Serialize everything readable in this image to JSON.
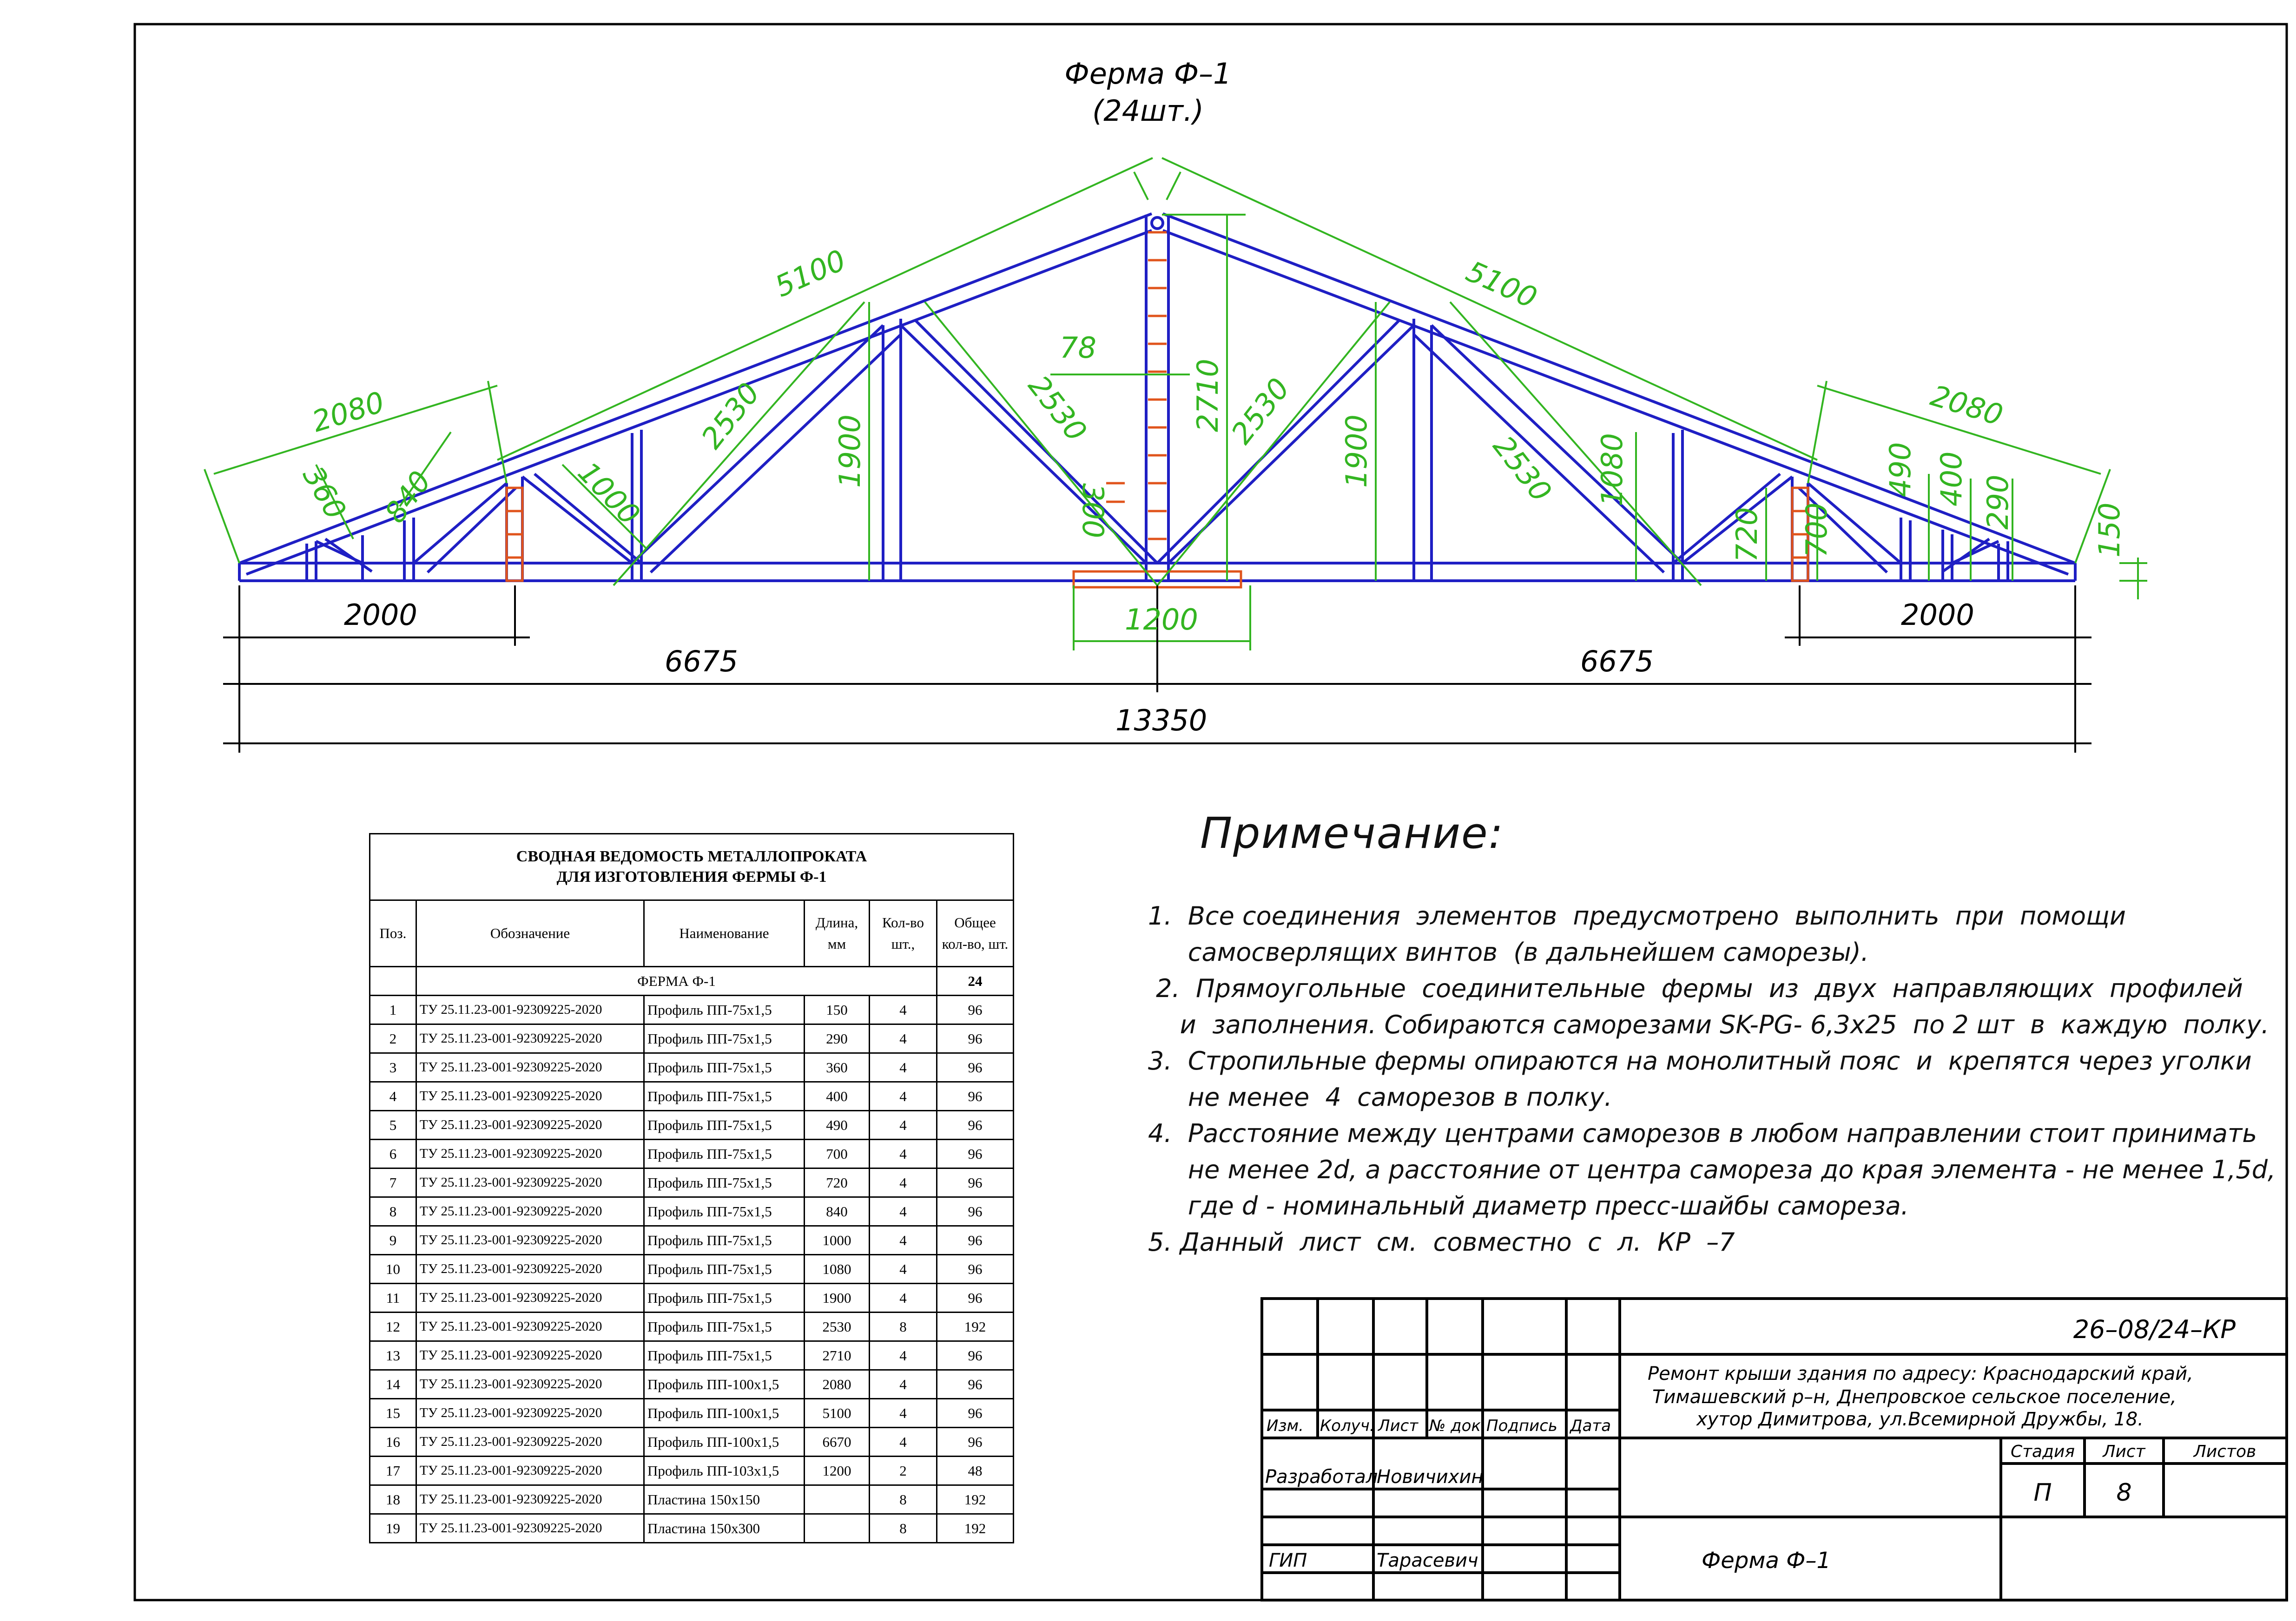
{
  "drawing": {
    "title_line1": "Ферма Ф–1",
    "title_line2": "(24шт.)",
    "dimensions": {
      "top_left": "5100",
      "top_right": "5100",
      "eave_left": "2080",
      "eave_right": "2080",
      "web_left_outer": "2530",
      "web_left_inner": "2530",
      "web_right_inner": "2530",
      "web_right_outer": "2530",
      "rise_center": "2710",
      "offset_78": "78",
      "post_left": "1900",
      "post_right": "1900",
      "d360": "360",
      "d840": "840",
      "d1000": "1000",
      "d300": "300",
      "d1080": "1080",
      "d720": "720",
      "d700": "700",
      "d490": "490",
      "d400": "400",
      "d290": "290",
      "d150": "150",
      "span_left": "2000",
      "span_right": "2000",
      "plate": "1200",
      "half_left": "6675",
      "half_right": "6675",
      "total": "13350"
    },
    "colors": {
      "truss": "#1f1fc4",
      "dimension": "#33b521",
      "plate": "#e0541c",
      "frame": "#000000"
    }
  },
  "notes": {
    "heading": "Примечание:",
    "items": [
      "1.  Все соединения  элементов  предусмотрено  выполнить  при  помощи",
      "     самосверлящих винтов  (в дальнейшем саморезы).",
      " 2.  Прямоугольные  соединительные  фермы  из  двух  направляющих  профилей",
      "    и  заполнения. Собираются саморезами SK-PG- 6,3х25  по 2 шт  в  каждую  полку.",
      "3.  Стропильные фермы опираются на монолитный пояс  и  крепятся через уголки",
      "     не менее  4  саморезов в полку.",
      "4.  Расстояние между центрами саморезов в любом направлении стоит принимать",
      "     не менее 2d, а расстояние от центра самореза до края элемента - не менее 1,5d,",
      "     где d - номинальный диаметр пресс-шайбы самореза.",
      "5. Данный  лист  см.  совместно  с  л.  КР  –7"
    ]
  },
  "spec": {
    "title_line1": "СВОДНАЯ  ВЕДОМОСТЬ  МЕТАЛЛОПРОКАТА",
    "title_line2": "ДЛЯ  ИЗГОТОВЛЕНИЯ  ФЕРМЫ  Ф-1",
    "headers": {
      "pos": "Поз.",
      "code": "Обозначение",
      "name": "Наименование",
      "length": "Длина, мм",
      "qty": "Кол-во шт.,",
      "total": "Общее кол-во, шт."
    },
    "group": {
      "label": "ФЕРМА  Ф-1",
      "total": "24"
    },
    "rows": [
      {
        "pos": "1",
        "code": "ТУ 25.11.23-001-92309225-2020",
        "name": "Профиль  ПП-75х1,5",
        "length": "150",
        "qty": "4",
        "total": "96"
      },
      {
        "pos": "2",
        "code": "ТУ 25.11.23-001-92309225-2020",
        "name": "Профиль  ПП-75х1,5",
        "length": "290",
        "qty": "4",
        "total": "96"
      },
      {
        "pos": "3",
        "code": "ТУ 25.11.23-001-92309225-2020",
        "name": "Профиль  ПП-75х1,5",
        "length": "360",
        "qty": "4",
        "total": "96"
      },
      {
        "pos": "4",
        "code": "ТУ 25.11.23-001-92309225-2020",
        "name": "Профиль  ПП-75х1,5",
        "length": "400",
        "qty": "4",
        "total": "96"
      },
      {
        "pos": "5",
        "code": "ТУ 25.11.23-001-92309225-2020",
        "name": "Профиль  ПП-75х1,5",
        "length": "490",
        "qty": "4",
        "total": "96"
      },
      {
        "pos": "6",
        "code": "ТУ 25.11.23-001-92309225-2020",
        "name": "Профиль  ПП-75х1,5",
        "length": "700",
        "qty": "4",
        "total": "96"
      },
      {
        "pos": "7",
        "code": "ТУ 25.11.23-001-92309225-2020",
        "name": "Профиль  ПП-75х1,5",
        "length": "720",
        "qty": "4",
        "total": "96"
      },
      {
        "pos": "8",
        "code": "ТУ 25.11.23-001-92309225-2020",
        "name": "Профиль  ПП-75х1,5",
        "length": "840",
        "qty": "4",
        "total": "96"
      },
      {
        "pos": "9",
        "code": "ТУ 25.11.23-001-92309225-2020",
        "name": "Профиль  ПП-75х1,5",
        "length": "1000",
        "qty": "4",
        "total": "96"
      },
      {
        "pos": "10",
        "code": "ТУ 25.11.23-001-92309225-2020",
        "name": "Профиль  ПП-75х1,5",
        "length": "1080",
        "qty": "4",
        "total": "96"
      },
      {
        "pos": "11",
        "code": "ТУ 25.11.23-001-92309225-2020",
        "name": "Профиль  ПП-75х1,5",
        "length": "1900",
        "qty": "4",
        "total": "96"
      },
      {
        "pos": "12",
        "code": "ТУ 25.11.23-001-92309225-2020",
        "name": "Профиль  ПП-75х1,5",
        "length": "2530",
        "qty": "8",
        "total": "192"
      },
      {
        "pos": "13",
        "code": "ТУ 25.11.23-001-92309225-2020",
        "name": "Профиль  ПП-75х1,5",
        "length": "2710",
        "qty": "4",
        "total": "96"
      },
      {
        "pos": "14",
        "code": "ТУ 25.11.23-001-92309225-2020",
        "name": "Профиль  ПП-100х1,5",
        "length": "2080",
        "qty": "4",
        "total": "96"
      },
      {
        "pos": "15",
        "code": "ТУ 25.11.23-001-92309225-2020",
        "name": "Профиль  ПП-100х1,5",
        "length": "5100",
        "qty": "4",
        "total": "96"
      },
      {
        "pos": "16",
        "code": "ТУ 25.11.23-001-92309225-2020",
        "name": "Профиль  ПП-100х1,5",
        "length": "6670",
        "qty": "4",
        "total": "96"
      },
      {
        "pos": "17",
        "code": "ТУ 25.11.23-001-92309225-2020",
        "name": "Профиль  ПП-103х1,5",
        "length": "1200",
        "qty": "2",
        "total": "48"
      },
      {
        "pos": "18",
        "code": "ТУ 25.11.23-001-92309225-2020",
        "name": "Пластина    150х150",
        "length": "",
        "qty": "8",
        "total": "192"
      },
      {
        "pos": "19",
        "code": "ТУ 25.11.23-001-92309225-2020",
        "name": "Пластина    150х300",
        "length": "",
        "qty": "8",
        "total": "192"
      }
    ]
  },
  "stamp": {
    "doc_code": "26–08/24–КР",
    "address_line1": "Ремонт крыши здания по адресу:  Краснодарский край,",
    "address_line2": "Тимашевский р–н,  Днепровское сельское поселение,",
    "address_line3": "хутор Димитрова,  ул.Всемирной Дружбы,  18.",
    "col_izm": "Изм.",
    "col_koluch": "Колуч.",
    "col_list": "Лист",
    "col_ndoc": "№ док.",
    "col_podpis": "Подпись",
    "col_data": "Дата",
    "developed_label": "Разработал",
    "developed_name": "Новичихин",
    "gip_label": "ГИП",
    "gip_name": "Тарасевич",
    "stage_label": "Стадия",
    "stage_value": "П",
    "sheet_label": "Лист",
    "sheet_value": "8",
    "sheets_label": "Листов",
    "sheet_title": "Ферма  Ф–1"
  }
}
